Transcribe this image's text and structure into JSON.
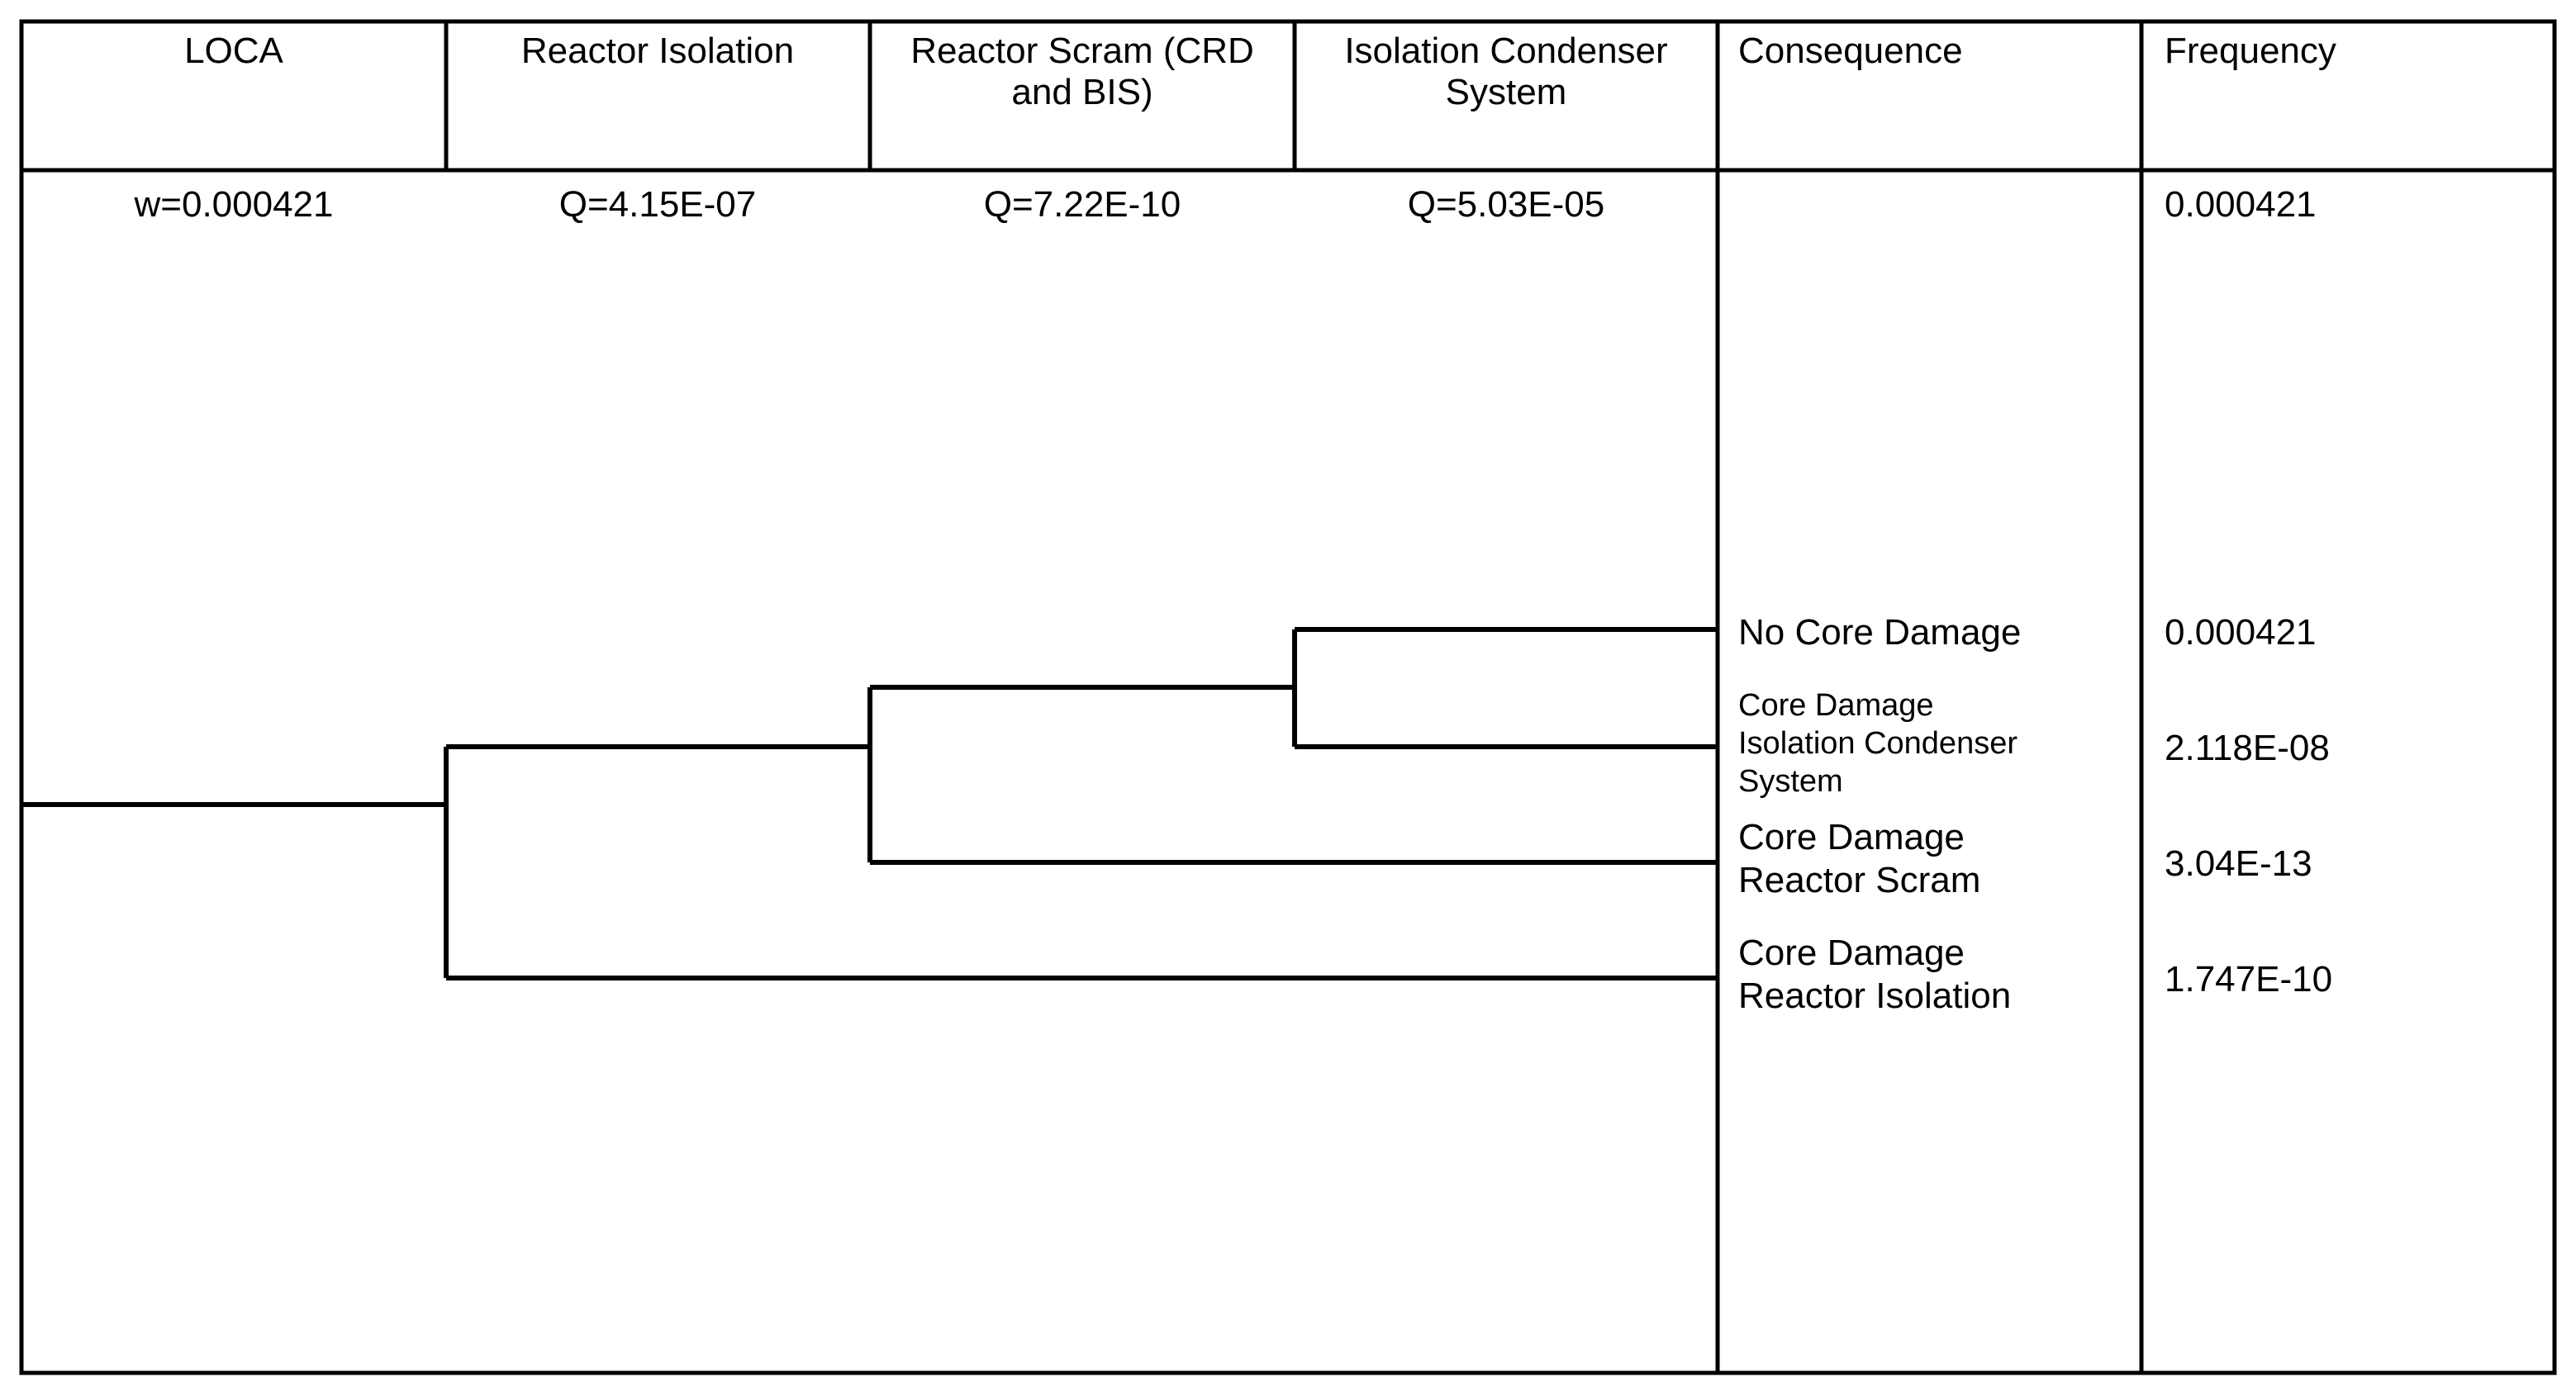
{
  "headers": {
    "loca": "LOCA",
    "reactor_isolation": "Reactor Isolation",
    "reactor_scram_line1": "Reactor Scram (CRD",
    "reactor_scram_line2": "and BIS)",
    "isolation_condenser_line1": "Isolation Condenser",
    "isolation_condenser_line2": "System",
    "consequence": "Consequence",
    "frequency": "Frequency"
  },
  "values": {
    "loca": "w=0.000421",
    "reactor_isolation": "Q=4.15E-07",
    "reactor_scram": "Q=7.22E-10",
    "isolation_condenser": "Q=5.03E-05",
    "initiator_frequency": "0.000421"
  },
  "outcomes": [
    {
      "consequence_lines": [
        "No Core Damage"
      ],
      "frequency": "0.000421"
    },
    {
      "consequence_lines": [
        "Core Damage",
        "Isolation Condenser",
        "System"
      ],
      "frequency": "2.118E-08"
    },
    {
      "consequence_lines": [
        "Core Damage",
        "Reactor Scram"
      ],
      "frequency": "3.04E-13"
    },
    {
      "consequence_lines": [
        "Core Damage",
        "Reactor Isolation"
      ],
      "frequency": "1.747E-10"
    }
  ]
}
